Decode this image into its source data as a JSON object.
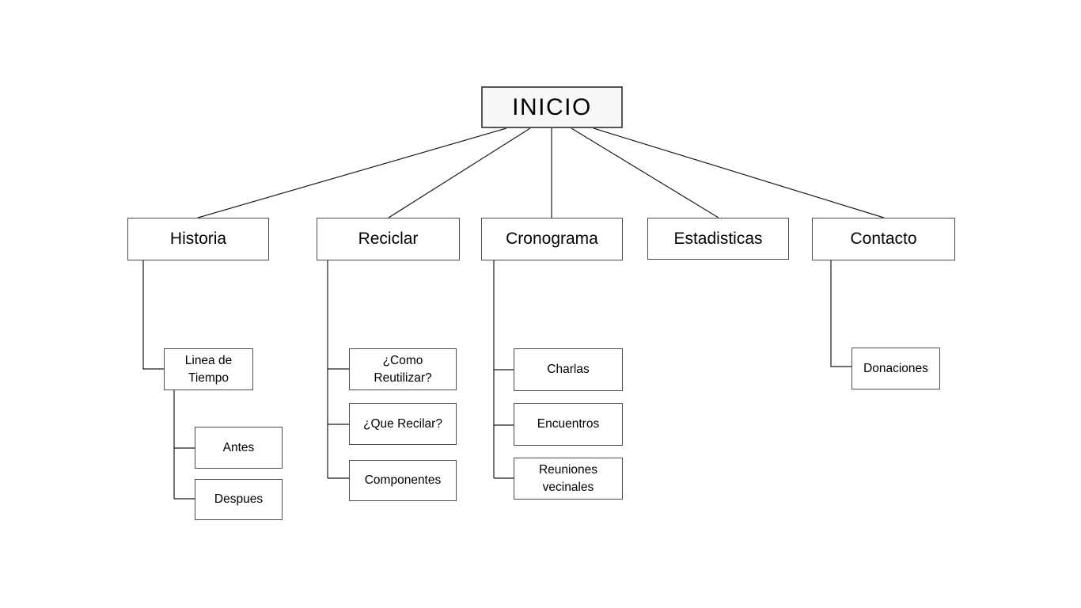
{
  "diagram": {
    "title": "Sitemap INICIO",
    "colors": {
      "background": "#ffffff",
      "line": "#1a1a1a",
      "box_border": "#4d4d4d",
      "root_fill": "#f7f7f7",
      "node_fill": "#ffffff",
      "text": "#000000"
    },
    "nodes": {
      "inicio": "INICIO",
      "historia": "Historia",
      "reciclar": "Reciclar",
      "cronograma": "Cronograma",
      "estadisticas": "Estadisticas",
      "contacto": "Contacto",
      "linea_de_tiempo": "Linea de\nTiempo",
      "antes": "Antes",
      "despues": "Despues",
      "como_reutilizar": "¿Como\nReutilizar?",
      "que_recilar": "¿Que Recilar?",
      "componentes": "Componentes",
      "charlas": "Charlas",
      "encuentros": "Encuentros",
      "reuniones_vecinales": "Reuniones\nvecinales",
      "donaciones": "Donaciones"
    }
  }
}
